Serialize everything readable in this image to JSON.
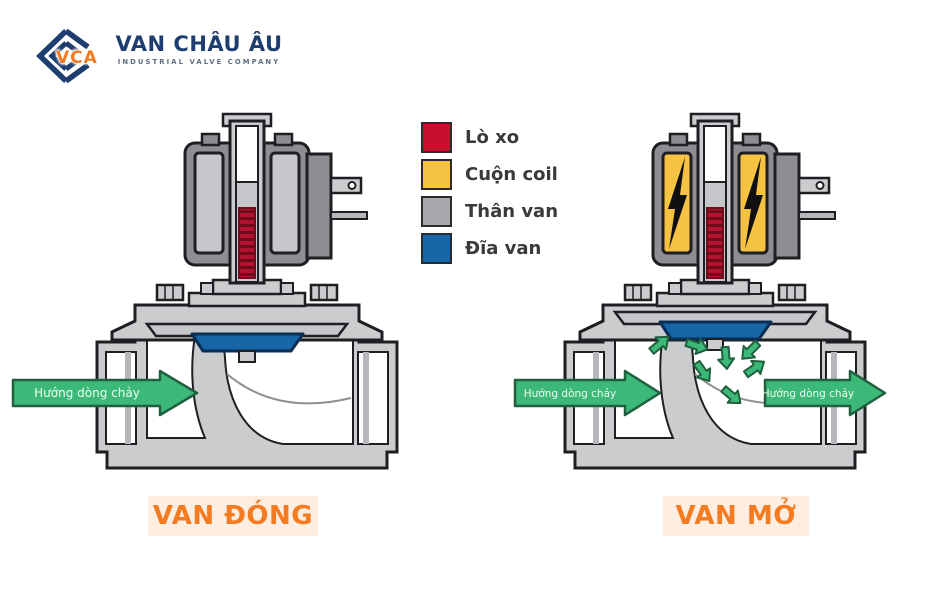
{
  "brand": {
    "initials": "VCA",
    "name": "VAN CHÂU ÂU",
    "tagline": "INDUSTRIAL VALVE COMPANY"
  },
  "legend": {
    "items": [
      {
        "label": "Lò xo",
        "color": "#c8102e"
      },
      {
        "label": "Cuộn coil",
        "color": "#f5c242"
      },
      {
        "label": "Thân van",
        "color": "#a7a9ac"
      },
      {
        "label": "Đĩa van",
        "color": "#1666a8"
      }
    ]
  },
  "diagrams": {
    "closed": {
      "caption": "VAN ĐÓNG",
      "inlet_arrow_label": "Hướng dòng chảy"
    },
    "open": {
      "caption": "VAN MỞ",
      "inlet_arrow_label": "Hướng dòng chảy",
      "outlet_arrow_label": "Hướng dòng chảy"
    }
  },
  "colors": {
    "outline": "#1f1f23",
    "metal_light": "#cbccce",
    "window_gray": "#c6c7ca",
    "metal_mid": "#b6b7ba",
    "metal_dark": "#8e8e92",
    "spring": "#b5122f",
    "spring_dark": "#6e0c1c",
    "coil": "#f5c242",
    "disc": "#1666a8",
    "disc_dark": "#0b2f52",
    "flow": "#3cb878",
    "flow_dark": "#20603e",
    "accent": "#f47b20",
    "caption_bg": "#fdeee1",
    "brand_navy": "#1d3e6f",
    "brand_orange": "#f47a21",
    "tagline": "#5d6e80"
  }
}
